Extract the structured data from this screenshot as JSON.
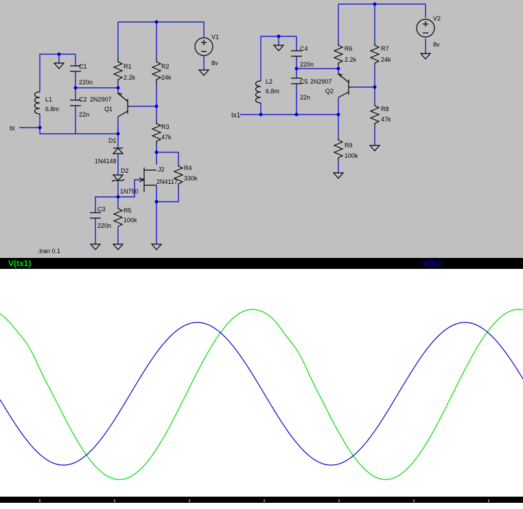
{
  "schematic": {
    "directive": ".tran 0.1",
    "circuit1": {
      "net_tx": "tx",
      "L1": {
        "name": "L1",
        "value": "6.8m"
      },
      "C1": {
        "name": "C1",
        "value": "220n"
      },
      "C2": {
        "name": "C2",
        "value": "22n"
      },
      "R1": {
        "name": "R1",
        "value": "2.2k"
      },
      "R2": {
        "name": "R2",
        "value": "24k"
      },
      "R3": {
        "name": "R3",
        "value": "47k"
      },
      "R4": {
        "name": "R4",
        "value": "330k"
      },
      "R5": {
        "name": "R5",
        "value": "100k"
      },
      "C3": {
        "name": "C3",
        "value": "220n"
      },
      "Q1": {
        "name": "Q1",
        "value": "2N2907"
      },
      "D1": {
        "name": "D1",
        "value": "1N4148"
      },
      "D2": {
        "name": "D2",
        "value": "1N750"
      },
      "J2": {
        "name": "J2",
        "value": "2N4117"
      },
      "V1": {
        "name": "V1",
        "value": "8v"
      }
    },
    "circuit2": {
      "net_tx1": "tx1",
      "L2": {
        "name": "L2",
        "value": "6.8m"
      },
      "C4": {
        "name": "C4",
        "value": "220n"
      },
      "C5": {
        "name": "C5",
        "value": "22n"
      },
      "R6": {
        "name": "R6",
        "value": "2.2k"
      },
      "R7": {
        "name": "R7",
        "value": "24k"
      },
      "R8": {
        "name": "R8",
        "value": "47k"
      },
      "R9": {
        "name": "R9",
        "value": "100k"
      },
      "Q2": {
        "name": "Q2",
        "value": "2N2907"
      },
      "V2": {
        "name": "V2",
        "value": "8v"
      }
    }
  },
  "waveform": {
    "traces": [
      {
        "label": "V(tx1)",
        "color": "#00dd00"
      },
      {
        "label": "V(tx)",
        "color": "#0000cc"
      }
    ],
    "colors": {
      "schematic_bg": "#c0c0c0",
      "wire": "#0000cc",
      "plot_bg": "#ffffff"
    }
  }
}
